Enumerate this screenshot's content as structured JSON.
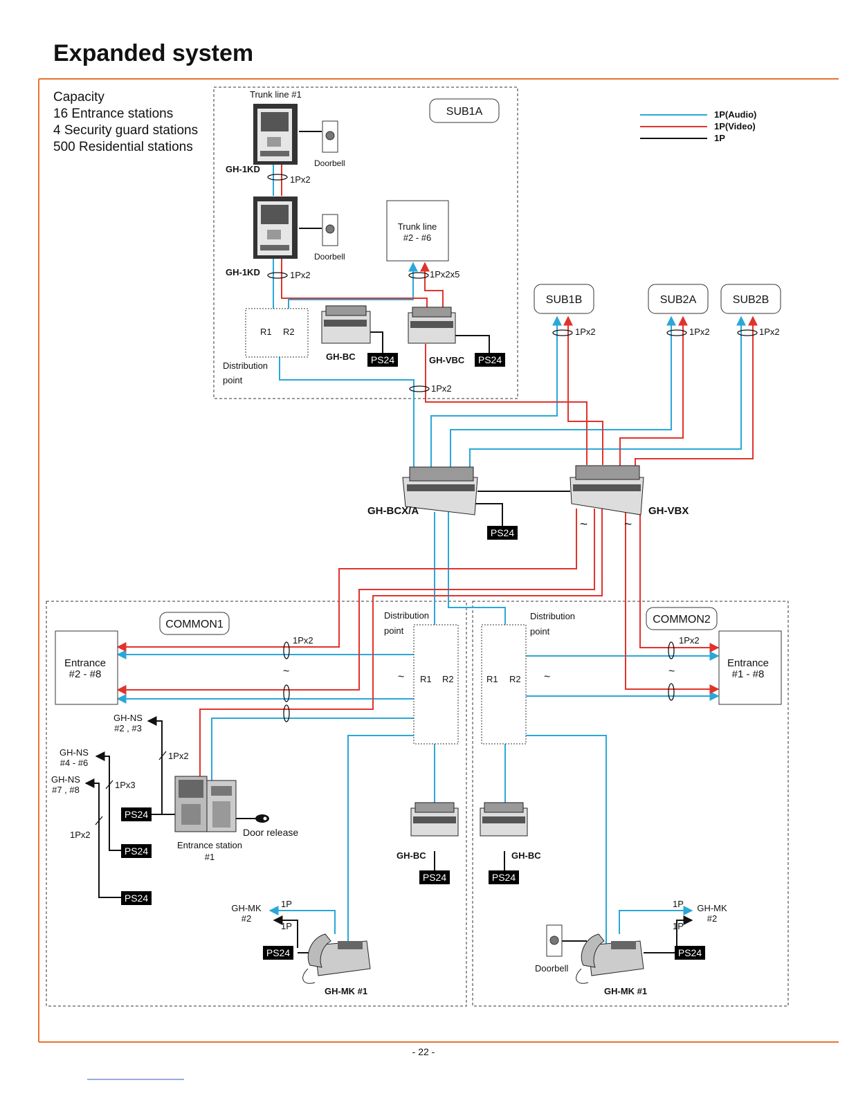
{
  "page": {
    "title": "Expanded system",
    "page_number": "- 22 -"
  },
  "colors": {
    "audio": "#2aa7d8",
    "video": "#e0332c",
    "plain": "#111111",
    "frame": "#e8732f"
  },
  "capacity": {
    "heading": "Capacity",
    "lines": [
      "16 Entrance stations",
      "4 Security guard stations",
      "500 Residential stations"
    ]
  },
  "legend": {
    "audio": "1P(Audio)",
    "video": "1P(Video)",
    "plain": "1P"
  },
  "sub1a": {
    "title": "SUB1A",
    "trunk_label": "Trunk line #1",
    "kd_label": "GH-1KD",
    "doorbell": "Doorbell",
    "cable_1px2": "1Px2",
    "trunk_box": [
      "Trunk line",
      "#2 - #6"
    ],
    "cable_1px2x5": "1Px2x5",
    "dist_r1": "R1",
    "dist_r2": "R2",
    "dist_label": [
      "Distribution",
      "point"
    ],
    "bc_label": "GH-BC",
    "vbc_label": "GH-VBC",
    "ps24": "PS24"
  },
  "subs": {
    "sub1b": "SUB1B",
    "sub2a": "SUB2A",
    "sub2b": "SUB2B",
    "cable": "1Px2"
  },
  "central": {
    "bcx": "GH-BCX/A",
    "vbx": "GH-VBX",
    "ps24": "PS24",
    "tilde": "~"
  },
  "common1": {
    "title": "COMMON1",
    "entrance": [
      "Entrance",
      "#2 - #8"
    ],
    "cable": "1Px2",
    "dist_label": [
      "Distribution",
      "point"
    ],
    "r1": "R1",
    "r2": "R2",
    "ns1": [
      "GH-NS",
      "#2 , #3"
    ],
    "ns2": [
      "GH-NS",
      "#4 - #6"
    ],
    "ns3": [
      "GH-NS",
      "#7 , #8"
    ],
    "ns_cable1": "1Px2",
    "ns_cable2": "1Px3",
    "ns_cable3": "1Px2",
    "entrance_station": [
      "Entrance station",
      "#1"
    ],
    "door_release": "Door release",
    "bc": "GH-BC",
    "mk2": [
      "GH-MK",
      "#2"
    ],
    "mk1": "GH-MK #1",
    "p1": "1P",
    "p2": "1P",
    "ps24": "PS24"
  },
  "common2": {
    "title": "COMMON2",
    "entrance": [
      "Entrance",
      "#1 - #8"
    ],
    "cable": "1Px2",
    "dist_label": [
      "Distribution",
      "point"
    ],
    "r1": "R1",
    "r2": "R2",
    "bc": "GH-BC",
    "mk2": [
      "GH-MK",
      "#2"
    ],
    "mk1": "GH-MK #1",
    "doorbell": "Doorbell",
    "p1": "1P",
    "p2": "1P",
    "ps24": "PS24"
  }
}
